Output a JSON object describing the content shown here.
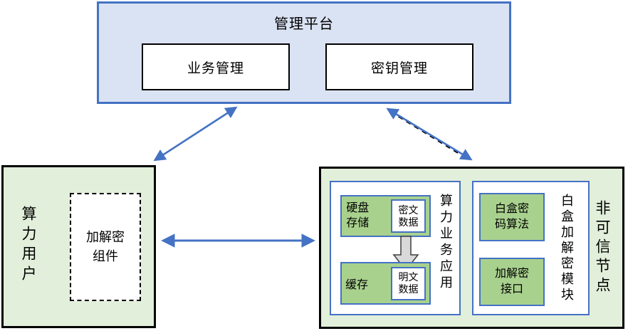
{
  "colors": {
    "accent_blue": "#4472c4",
    "platform_fill": "#dae3f3",
    "container_green": "#e2efda",
    "box_green": "#a9d18e",
    "block_arrow_gray": "#d9d9d9"
  },
  "platform": {
    "title": "管理平台",
    "business_mgmt": "业务管理",
    "key_mgmt": "密钥管理"
  },
  "user": {
    "label": "算力用户",
    "component": "加解密组件"
  },
  "node": {
    "label": "非可信节点",
    "app": {
      "label": "算力业务应用",
      "disk_storage": "硬盘存储",
      "cipher_data": "密文数据",
      "cache": "缓存",
      "plain_data": "明文数据"
    },
    "module": {
      "label": "白盒加解密模块",
      "algorithm": "白盒密码算法",
      "interface": "加解密接口"
    }
  }
}
